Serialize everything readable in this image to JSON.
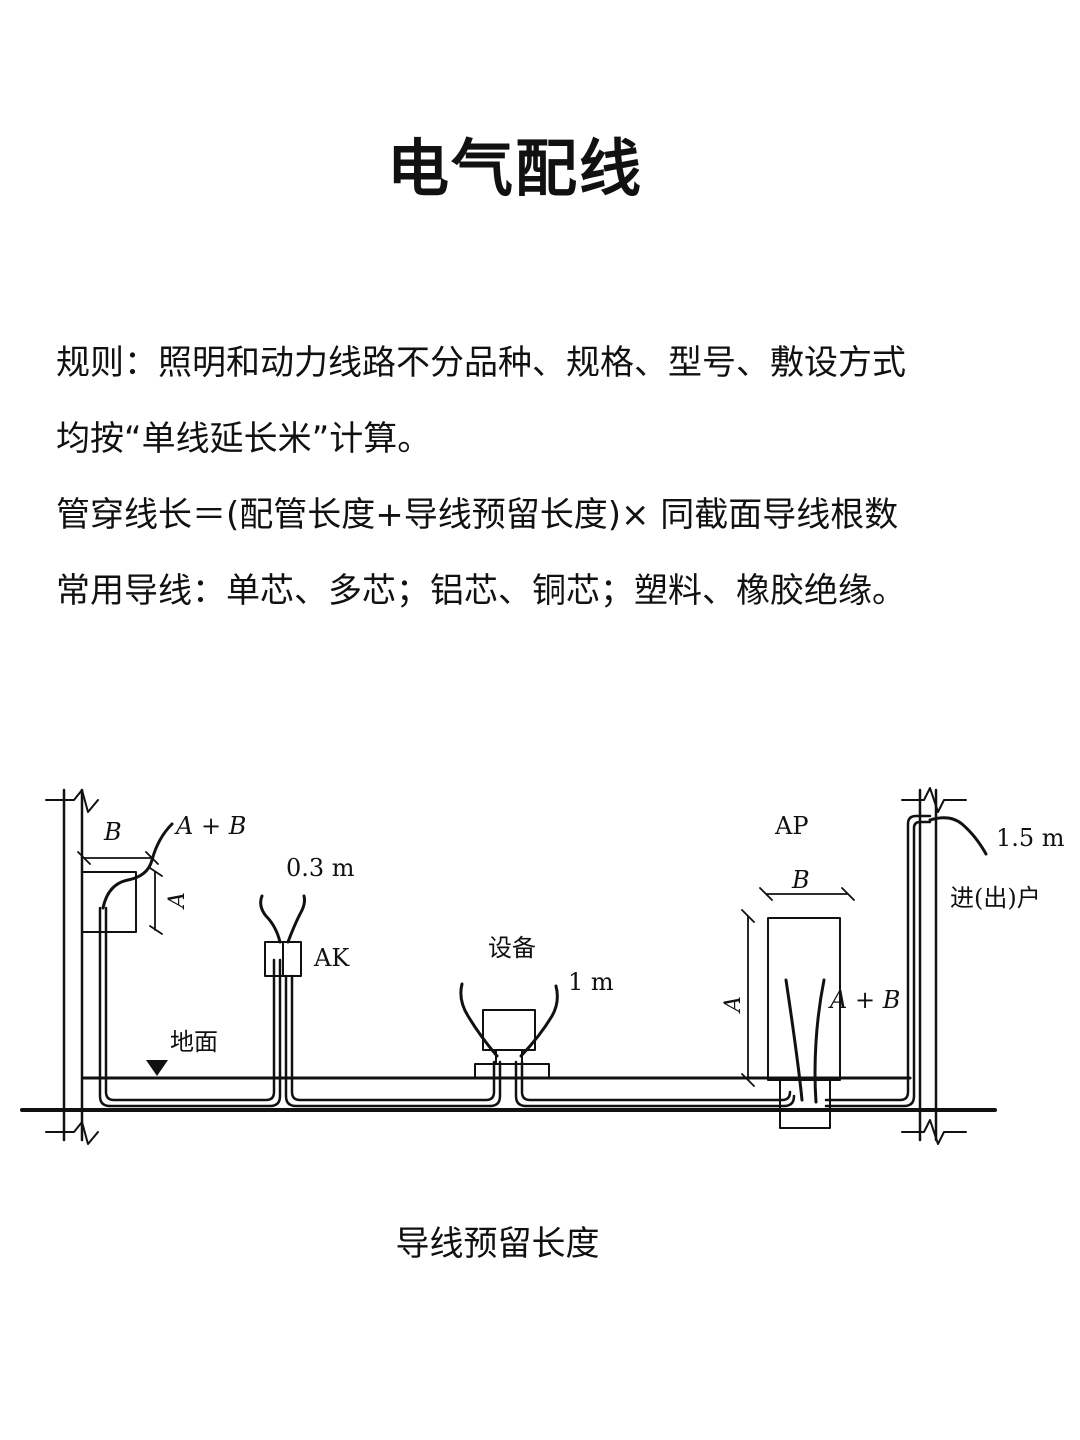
{
  "title": "电气配线",
  "rules": [
    "规则：照明和动力线路不分品种、规格、型号、敷设方式",
    "均按“单线延长米”计算。",
    "管穿线长＝(配管长度+导线预留长度)× 同截面导线根数",
    "常用导线：单芯、多芯；铝芯、铜芯；塑料、橡胶绝缘。"
  ],
  "diagram": {
    "labels": {
      "left_b": "B",
      "left_a_plus_b": "A + B",
      "left_a": "A",
      "ak_length": "0.3 m",
      "ak": "AK",
      "floor": "地面",
      "equipment": "设备",
      "equipment_length": "1 m",
      "ap": "AP",
      "right_b": "B",
      "right_a": "A",
      "right_a_plus_b": "A + B",
      "entry_length": "1.5 m",
      "entry": "进(出)户"
    }
  },
  "caption": "导线预留长度"
}
